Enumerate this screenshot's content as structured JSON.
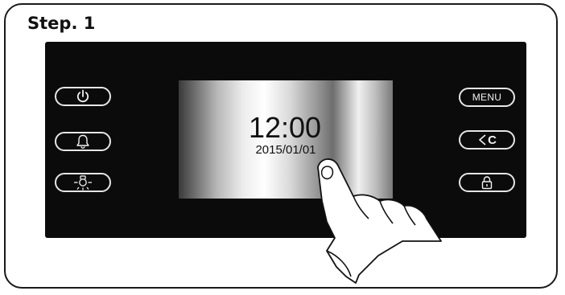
{
  "step": {
    "title": "Step. 1"
  },
  "display": {
    "time": "12:00",
    "date": "2015/01/01"
  },
  "left_buttons": [
    {
      "name": "power",
      "icon": "power-icon"
    },
    {
      "name": "alarm",
      "icon": "bell-icon"
    },
    {
      "name": "light",
      "icon": "light-bulb-icon"
    }
  ],
  "right_buttons": [
    {
      "name": "menu",
      "label": "MENU"
    },
    {
      "name": "back",
      "label": "C",
      "icon": "chevron-left-icon"
    },
    {
      "name": "lock",
      "icon": "lock-icon"
    }
  ],
  "colors": {
    "panel": "#0b0b0b",
    "button_outline": "#e6e6e6",
    "frame": "#1a1a1a"
  }
}
